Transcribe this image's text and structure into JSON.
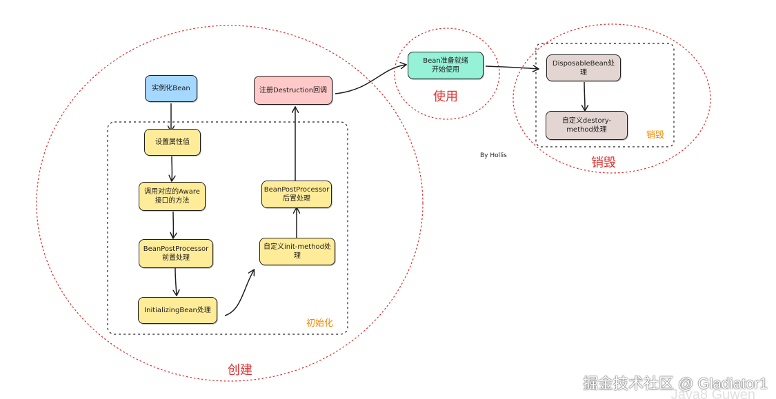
{
  "nodes": {
    "instantiate": "实例化Bean",
    "set_properties": "设置属性值",
    "aware": "调用对应的Aware\n接口的方法",
    "bpp_before": "BeanPostProcessor\n前置处理",
    "initializing_bean": "InitializingBean处理",
    "init_method": "自定义init-method处理",
    "bpp_after": "BeanPostProcessor\n后置处理",
    "register_destruction": "注册Destruction回调",
    "ready": "Bean准备就绪\n开始使用",
    "disposable_bean": "DisposableBean处理",
    "destroy_method": "自定义destory-\nmethod处理"
  },
  "groups": {
    "create": "创建",
    "initialize": "初始化",
    "use": "使用",
    "destroy_inner": "销毁",
    "destroy_outer": "销毁"
  },
  "author": "By Hollis",
  "watermark": {
    "main": "掘金技术社区 @ Gladiator1",
    "sub": "Java8 Guwen"
  },
  "colors": {
    "blue": "#a5d8ff",
    "yellow": "#ffec99",
    "red": "#ffc9c9",
    "green": "#96f2d7",
    "grey": "#e3d5d2",
    "group_label_red": "#e03131",
    "group_label_orange": "#f08c00",
    "dotted_red": "#e03131",
    "dotted_black": "#1e1e1e"
  }
}
